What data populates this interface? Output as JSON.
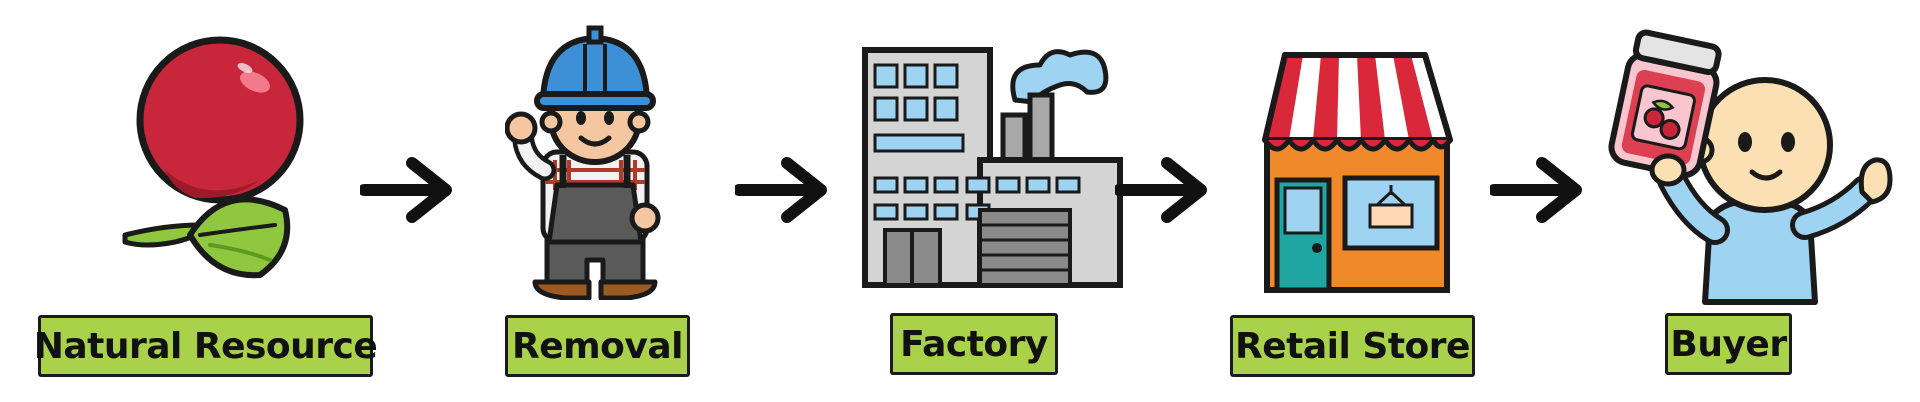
{
  "steps": [
    {
      "id": "natural-resource",
      "label": "Natural Resource",
      "icon": "apple-icon"
    },
    {
      "id": "removal",
      "label": "Removal",
      "icon": "worker-icon"
    },
    {
      "id": "factory",
      "label": "Factory",
      "icon": "factory-icon"
    },
    {
      "id": "retail-store",
      "label": "Retail Store",
      "icon": "store-icon"
    },
    {
      "id": "buyer",
      "label": "Buyer",
      "icon": "buyer-icon"
    }
  ],
  "connector_icon": "right-arrow-icon",
  "colors": {
    "label_fill": "#a9d24a",
    "outline": "#1a1a1a",
    "apple_red": "#c8263a",
    "leaf_green": "#8fc73e",
    "worker_helmet": "#3d8fd6",
    "factory_gray": "#d4d4d4",
    "store_orange": "#f0892a",
    "awning_red": "#d8283a",
    "shirt_blue": "#9fd3f2"
  }
}
